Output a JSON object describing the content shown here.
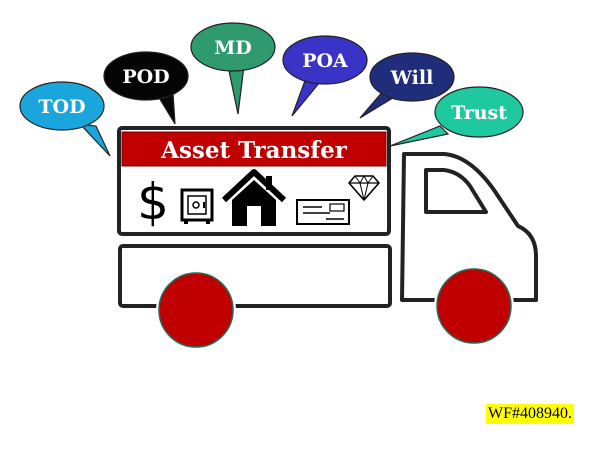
{
  "banner": {
    "label": "Asset Transfer",
    "color": "#c00000"
  },
  "bubbles": [
    {
      "label": "TOD",
      "color": "#1aa6dc",
      "text_color": "#ffffff"
    },
    {
      "label": "POD",
      "color": "#050505",
      "text_color": "#ffffff"
    },
    {
      "label": "MD",
      "color": "#2e9a6e",
      "text_color": "#ffffff"
    },
    {
      "label": "POA",
      "color": "#3a33c8",
      "text_color": "#ffffff"
    },
    {
      "label": "Will",
      "color": "#1f2d7a",
      "text_color": "#ffffff"
    },
    {
      "label": "Trust",
      "color": "#1ec9a0",
      "text_color": "#ffffff"
    }
  ],
  "cargo_icons": [
    "dollar-icon",
    "safe-icon",
    "house-icon",
    "check-icon",
    "diamond-icon"
  ],
  "cargo_text": {
    "dollar": "$"
  },
  "wheel_color": "#c00000",
  "footer": {
    "id": "WF#408940."
  }
}
